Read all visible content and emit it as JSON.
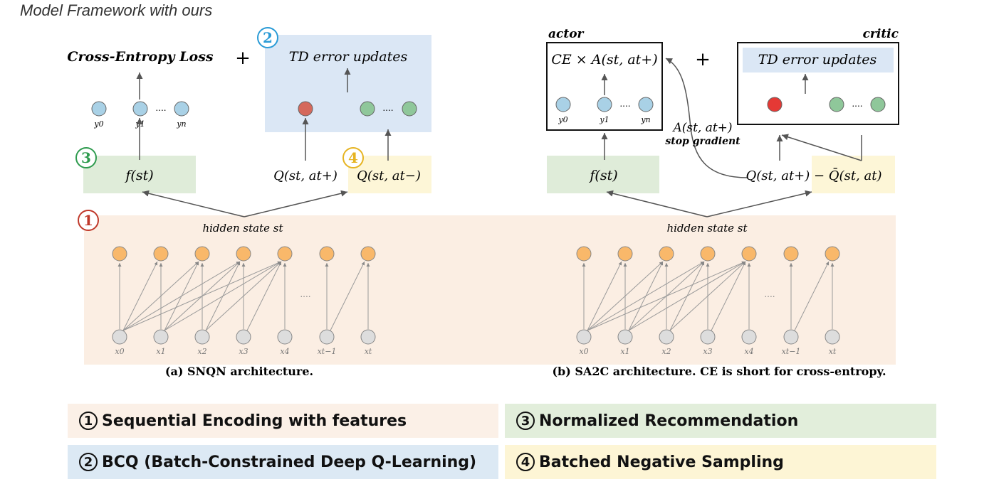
{
  "title": "Model Framework with ours",
  "left": {
    "loss_label": "Cross-Entropy Loss",
    "plus": "+",
    "td_label": "TD error updates",
    "badge_2": "2",
    "badge_3": "3",
    "badge_4": "4",
    "badge_1": "1",
    "y_labels": [
      "y0",
      "y1",
      "yn"
    ],
    "dots": "....",
    "f_label": "f(st)",
    "q_pos": "Q(st, at+)",
    "q_neg": "Q(st, at−)",
    "hidden_label": "hidden state st",
    "x_labels": [
      "x0",
      "x1",
      "x2",
      "x3",
      "x4",
      "xt−1",
      "xt"
    ],
    "caption": "(a) SNQN architecture."
  },
  "right": {
    "actor_label": "actor",
    "critic_label": "critic",
    "ce_label": "CE × A(st, at+)",
    "plus": "+",
    "td_label": "TD error updates",
    "y_labels": [
      "y0",
      "y1",
      "yn"
    ],
    "dots": "....",
    "a_label": "A(st, at+)",
    "stop_gradient": "stop gradient",
    "f_label": "f(st)",
    "q_expr": "Q(st, at+) − Q̄(st, at)",
    "hidden_label": "hidden state st",
    "x_labels": [
      "x0",
      "x1",
      "x2",
      "x3",
      "x4",
      "xt−1",
      "xt"
    ],
    "caption": "(b) SA2C architecture. CE is short for cross-entropy."
  },
  "legend": [
    {
      "num": "1",
      "text": "Sequential Encoding with features"
    },
    {
      "num": "2",
      "text": "BCQ (Batch-Constrained Deep Q-Learning)"
    },
    {
      "num": "3",
      "text": "Normalized Recommendation"
    },
    {
      "num": "4",
      "text": "Batched Negative Sampling"
    }
  ],
  "colors": {
    "encoding_bg": "#fbeee3",
    "bcq_bg": "#dbe7f5",
    "norm_bg": "#dfecd9",
    "neg_bg": "#fdf6d7",
    "hidden_node": "#f9b86a",
    "input_node": "#dddddd",
    "output_node": "#a9d1e6",
    "q_pos_node": "#d5695c",
    "q_neg_node": "#8fc79a",
    "red_node": "#e53935",
    "badge_red": "#c0392b",
    "badge_blue": "#2a9bd6",
    "badge_green": "#2e9b4e",
    "badge_yellow": "#e6b422"
  }
}
